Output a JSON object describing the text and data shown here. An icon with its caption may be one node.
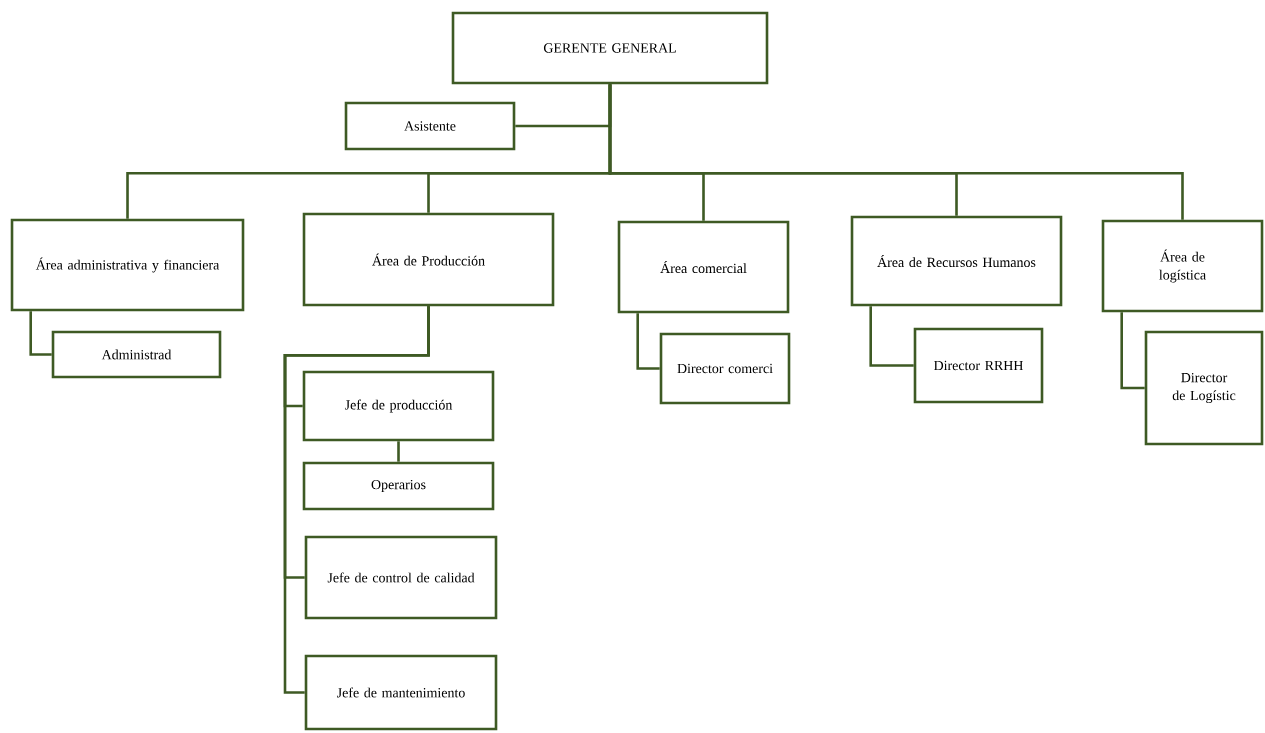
{
  "diagram": {
    "nodes": [
      {
        "text": [
          "GERENTE GENERAL"
        ]
      },
      {
        "text": [
          "Asistente"
        ]
      },
      {
        "text": [
          "Área administrativa y financiera"
        ]
      },
      {
        "text": [
          "Administrad"
        ]
      },
      {
        "text": [
          "Área de Producción"
        ]
      },
      {
        "text": [
          "Jefe de producción"
        ]
      },
      {
        "text": [
          "Operarios"
        ]
      },
      {
        "text": [
          "Jefe de control de calidad"
        ]
      },
      {
        "text": [
          "Jefe de mantenimiento"
        ]
      },
      {
        "text": [
          "Área comercial"
        ]
      },
      {
        "text": [
          "Director comerci"
        ]
      },
      {
        "text": [
          "Área de Recursos Humanos"
        ]
      },
      {
        "text": [
          "Director RRHH"
        ]
      },
      {
        "text": [
          "Área de logística"
        ]
      },
      {
        "text": [
          "Director de Logístic"
        ]
      }
    ],
    "edges": [
      {
        "from": 0,
        "to": 1,
        "arrow": "none"
      },
      {
        "from": 0,
        "to": 2,
        "arrow": "none"
      },
      {
        "from": 0,
        "to": 4,
        "arrow": "none"
      },
      {
        "from": 0,
        "to": 9,
        "arrow": "none"
      },
      {
        "from": 0,
        "to": 11,
        "arrow": "none"
      },
      {
        "from": 0,
        "to": 13,
        "arrow": "none"
      },
      {
        "from": 2,
        "to": 3,
        "arrow": "none"
      },
      {
        "from": 4,
        "to": 5,
        "arrow": "none"
      },
      {
        "from": 5,
        "to": 6,
        "arrow": "none"
      },
      {
        "from": 4,
        "to": 7,
        "arrow": "none"
      },
      {
        "from": 4,
        "to": 8,
        "arrow": "none"
      },
      {
        "from": 9,
        "to": 10,
        "arrow": "none"
      },
      {
        "from": 11,
        "to": 12,
        "arrow": "none"
      },
      {
        "from": 13,
        "to": 14,
        "arrow": "none"
      }
    ]
  }
}
